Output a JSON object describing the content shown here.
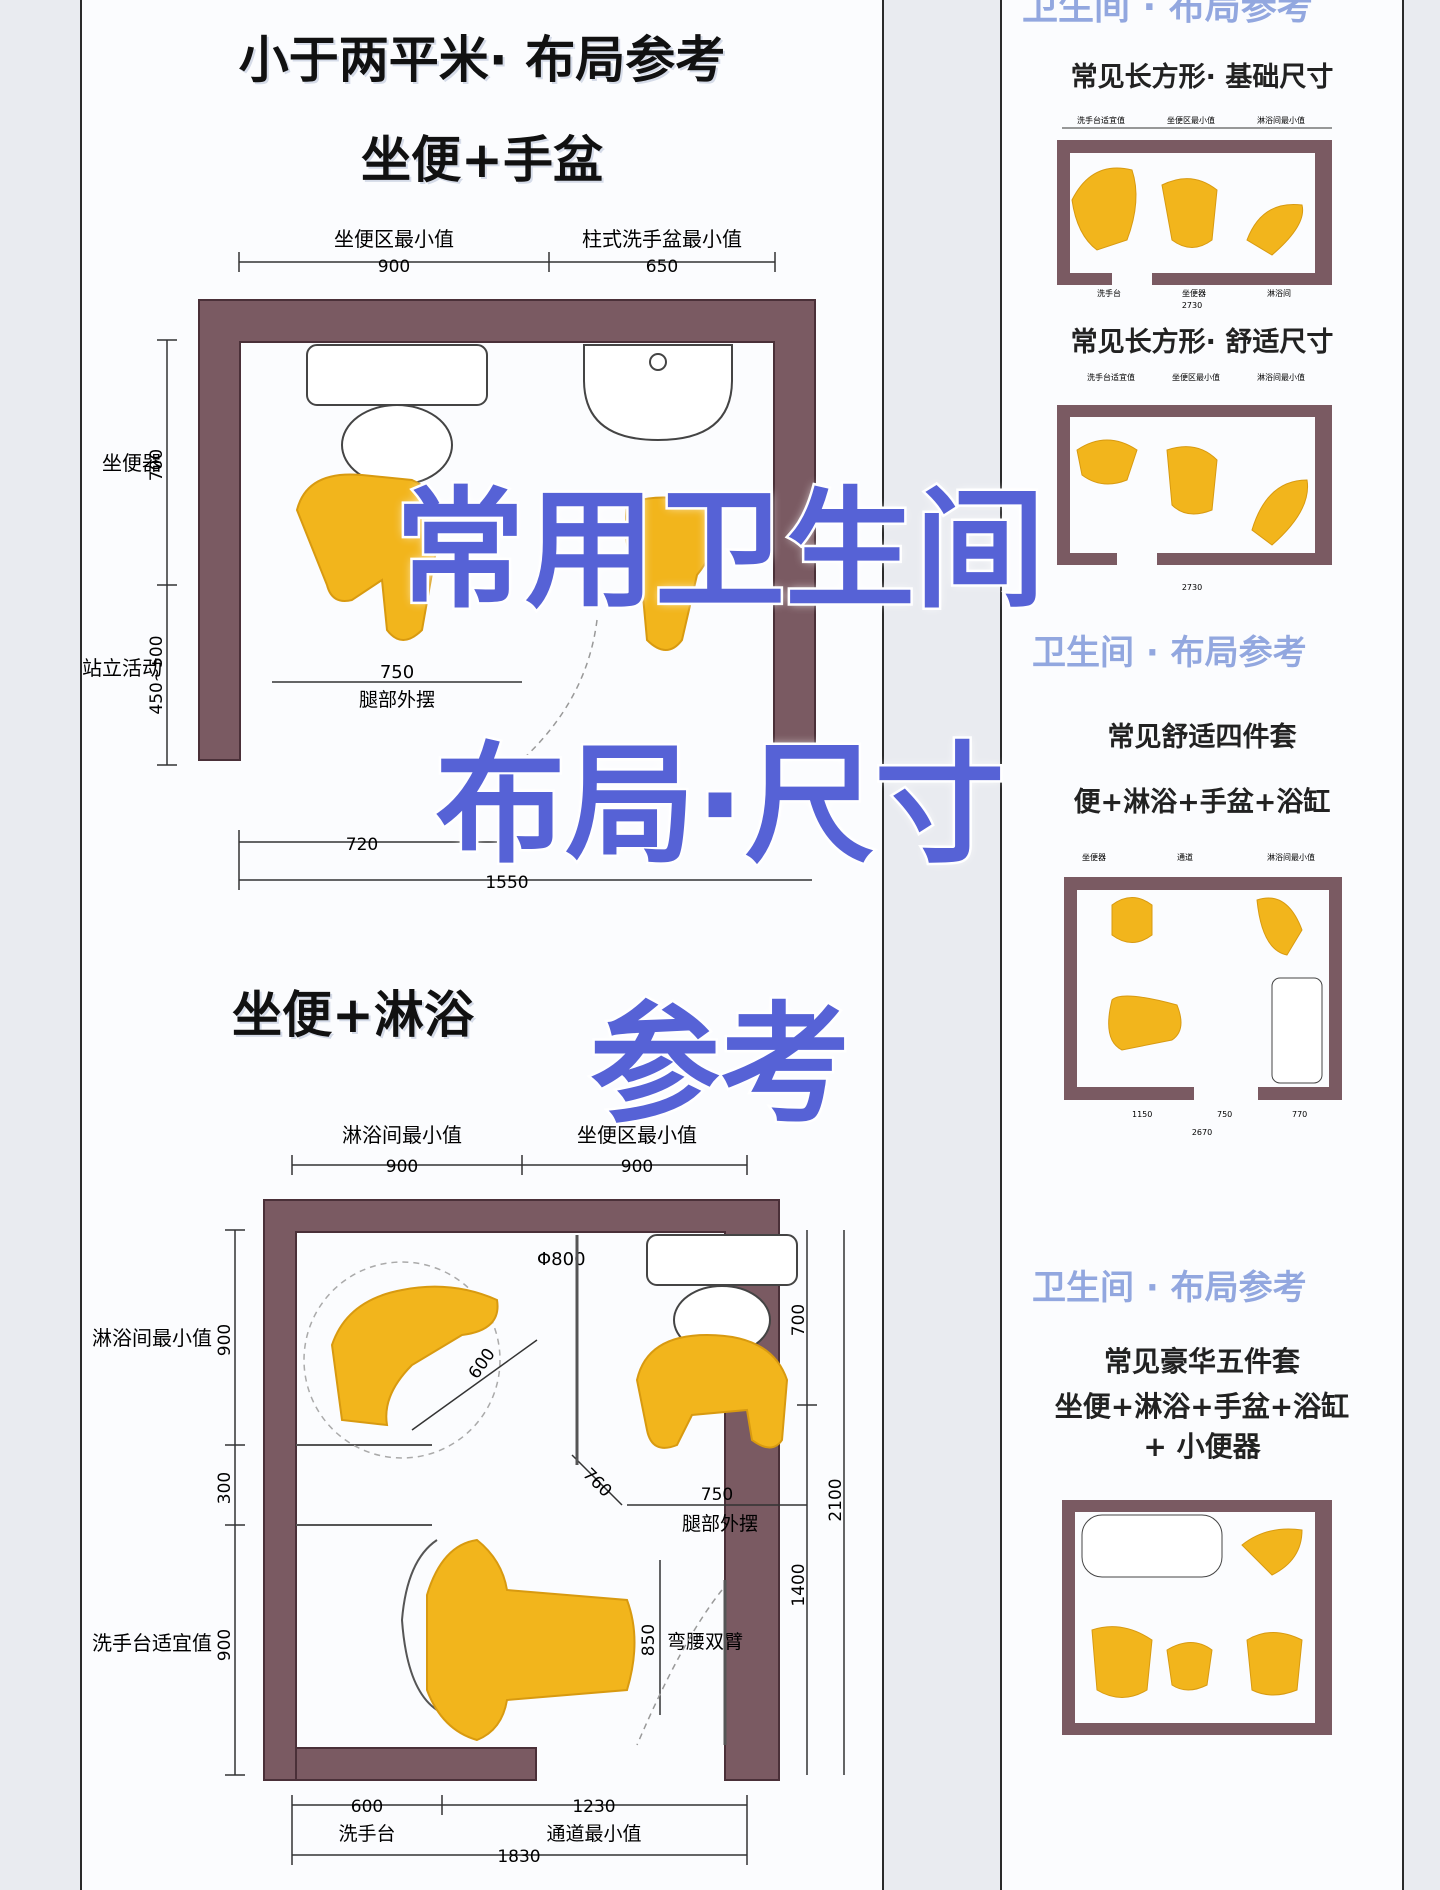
{
  "left": {
    "section1": {
      "title": "小于两平米· 布局参考",
      "subtitle": "坐便+手盆",
      "dims_top": [
        {
          "label": "坐便区最小值",
          "value": "900"
        },
        {
          "label": "柱式洗手盆最小值",
          "value": "650"
        }
      ],
      "dims_left": [
        {
          "label": "坐便器",
          "value": "700"
        },
        {
          "label": "站立活动",
          "value": "450~500"
        }
      ],
      "legs": {
        "value": "750",
        "label": "腿部外摆"
      },
      "bottom": [
        "720",
        "1550"
      ]
    },
    "section2": {
      "title": "坐便+淋浴",
      "dims_top": [
        {
          "label": "淋浴间最小值",
          "value": "900"
        },
        {
          "label": "坐便区最小值",
          "value": "900"
        }
      ],
      "dims_left": [
        {
          "label": "淋浴间最小值",
          "value": "900"
        },
        {
          "label": "",
          "value": "300"
        },
        {
          "label": "洗手台适宜值",
          "value": "900"
        }
      ],
      "dims_right": [
        "700",
        "1400",
        "2100"
      ],
      "inner": {
        "circle": "Φ800",
        "diag": "600",
        "diag2": "760",
        "legs_value": "750",
        "legs_label": "腿部外摆",
        "bend_value": "850",
        "bend_label": "弯腰双臂"
      },
      "bottom": [
        {
          "label": "洗手台",
          "value": "600"
        },
        {
          "label": "通道最小值",
          "value": "1230"
        },
        {
          "label": "",
          "value": "1830"
        }
      ]
    }
  },
  "right": {
    "header_ghost": "卫生间 · 布局参考",
    "card1": {
      "title": "常见长方形· 基础尺寸",
      "dims": [
        "洗手台适宜值",
        "坐便区最小值",
        "淋浴间最小值"
      ],
      "bottom": [
        "洗手台",
        "坐便器",
        "淋浴间"
      ],
      "total": "2730"
    },
    "card2": {
      "title": "常见长方形· 舒适尺寸",
      "dims": [
        "洗手台适宜值",
        "坐便区最小值",
        "淋浴间最小值"
      ],
      "total": "2730"
    },
    "ghost2": "卫生间 · 布局参考",
    "card3": {
      "title": "常见舒适四件套",
      "subtitle": "便+淋浴+手盆+浴缸",
      "dims": [
        "坐便器",
        "通道",
        "淋浴间最小值"
      ],
      "bottom": [
        "1150",
        "750",
        "770"
      ],
      "total": "2670"
    },
    "ghost3": "卫生间 · 布局参考",
    "card4": {
      "title": "常见豪华五件套",
      "subtitle": "坐便+淋浴+手盆+浴缸",
      "subtitle2": "+ 小便器"
    }
  },
  "overlay": {
    "line1": "常用卫生间",
    "line2": "布局·尺寸",
    "line3": "参考"
  },
  "colors": {
    "wall": "#7a5a62",
    "figure": "#f2b51c",
    "figure_stroke": "#d89a10",
    "overlay": "#5662d6"
  }
}
